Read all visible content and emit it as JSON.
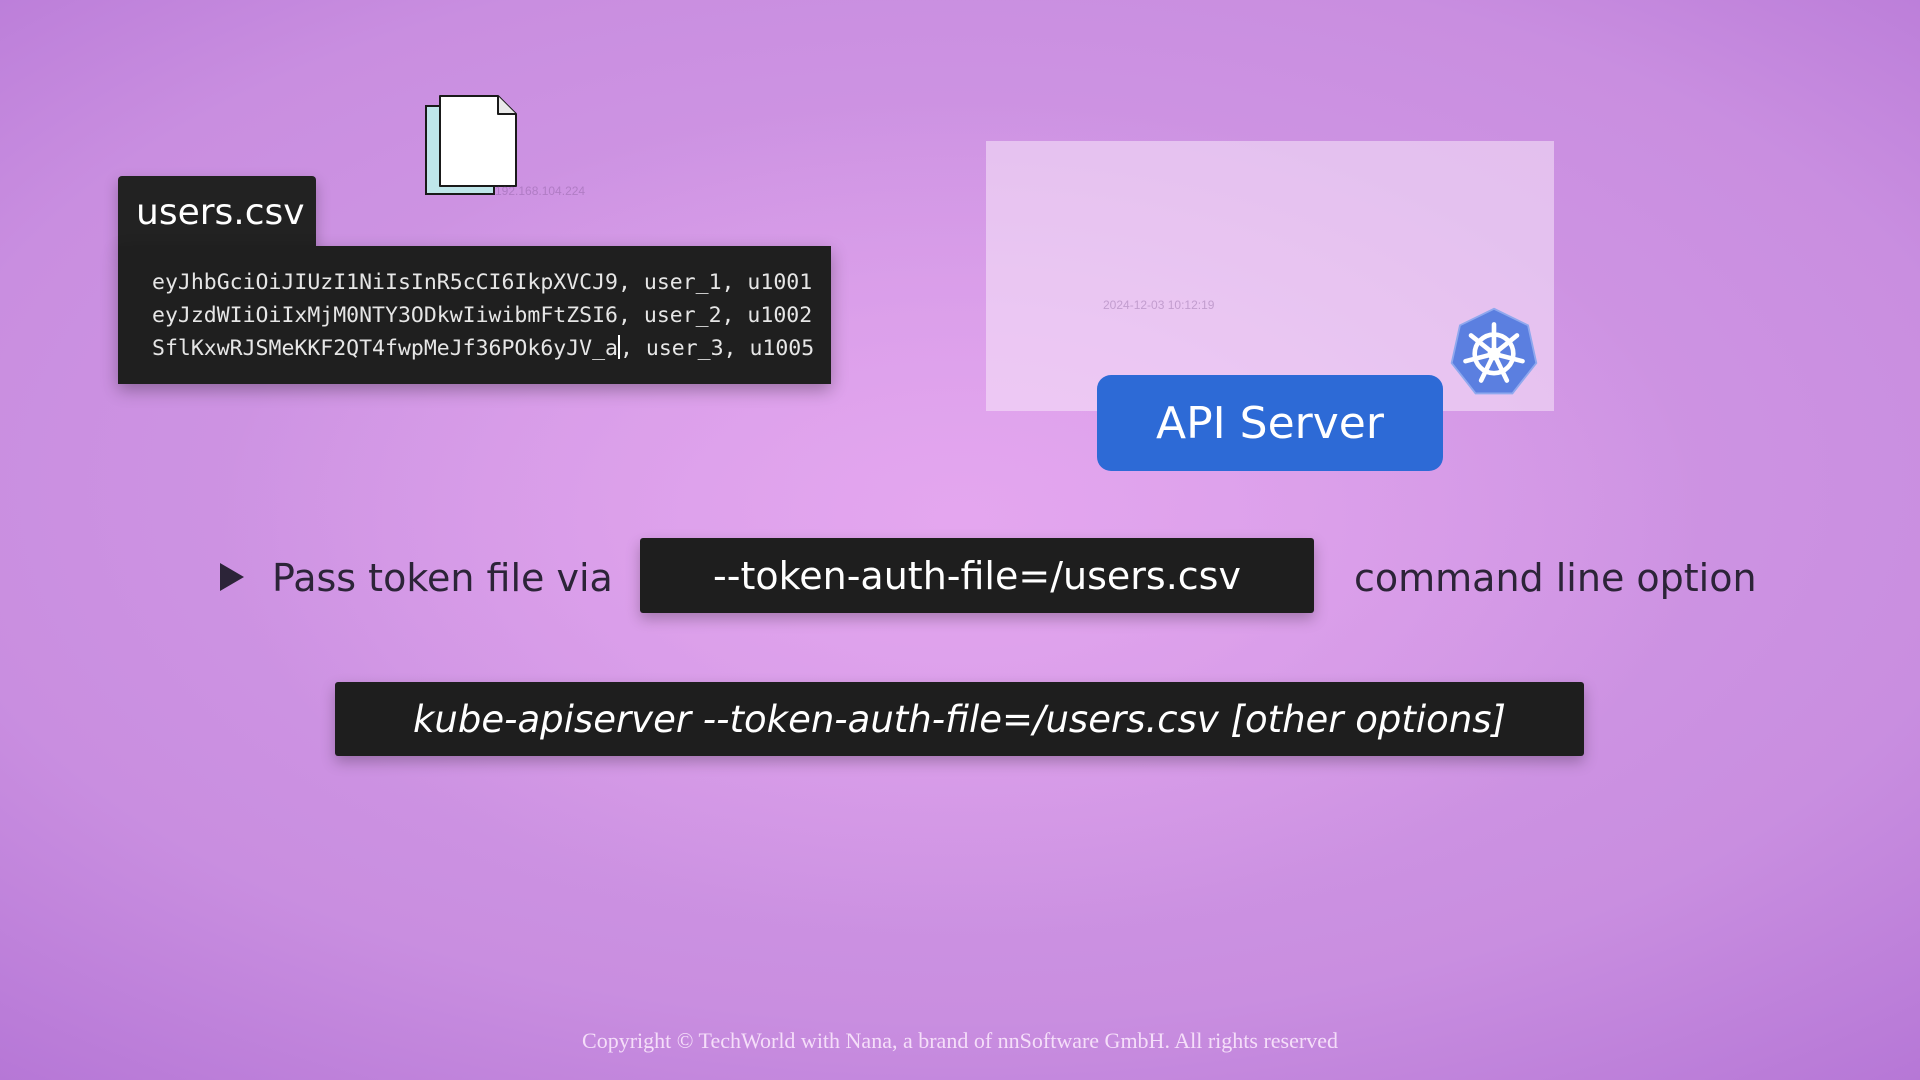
{
  "file_icon": {
    "icon": "document-icon",
    "overlay_text": "192.168.104.224"
  },
  "csv_file": {
    "tab_label": "users.csv",
    "lines": [
      "eyJhbGciOiJIUzI1NiIsInR5cCI6IkpXVCJ9, user_1, u1001",
      "eyJzdWIiOiIxMjM0NTY3ODkwIiwibmFtZSI6, user_2, u1002"
    ],
    "line3_before_cursor": "SflKxwRJSMeKKF2QT4fwpMeJf36POk6yJV_a",
    "line3_after_cursor": ", user_3, u1005"
  },
  "api_server": {
    "label": "API Server",
    "overlay_timestamp": "2024-12-03 10:12:19",
    "logo_icon": "kubernetes-helm-icon",
    "brand_color": "#2d6ad6"
  },
  "token_row": {
    "bullet_icon": "play-triangle-icon",
    "prefix": "Pass token file via",
    "code": "--token-auth-file=/users.csv",
    "suffix": "command line option"
  },
  "command": {
    "text": "kube-apiserver --token-auth-file=/users.csv [other options]"
  },
  "footer": {
    "copyright": "Copyright © TechWorld with Nana, a brand of nnSoftware GmbH. All rights reserved"
  }
}
